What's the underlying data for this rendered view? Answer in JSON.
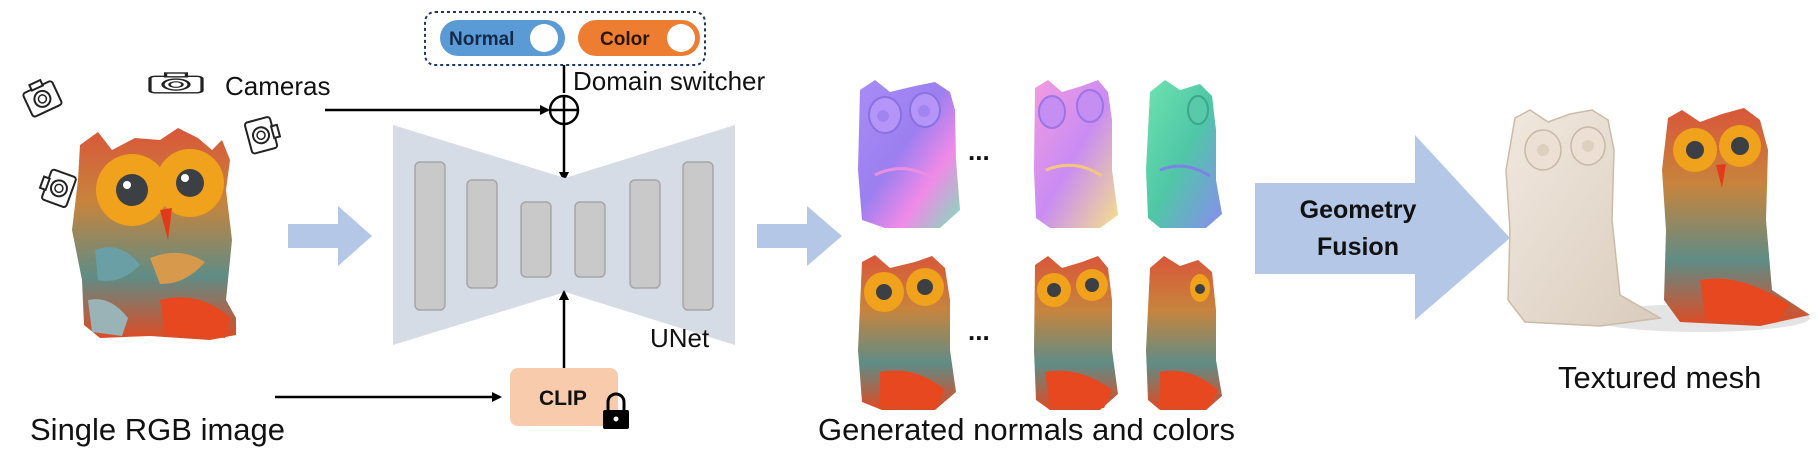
{
  "labels": {
    "input": "Single RGB image",
    "cameras": "Cameras",
    "domain_switcher": "Domain switcher",
    "unet": "UNet",
    "clip": "CLIP",
    "generated": "Generated normals and colors",
    "fusion_line1": "Geometry",
    "fusion_line2": "Fusion",
    "output": "Textured mesh",
    "ellipsis": "..."
  },
  "switcher": {
    "normal_label": "Normal",
    "color_label": "Color",
    "normal_color": "#5b9bd5",
    "color_color": "#ed7d31"
  },
  "colors": {
    "flow_arrow": "#b4c7e7",
    "unet_body": "#d6dce5",
    "unet_layer": "#c9c9c9",
    "clip_box": "#f8cbad",
    "fusion_arrow": "#b4c7e7"
  },
  "icons": [
    "camera-icon",
    "lock-icon",
    "plus-circle-icon",
    "toggle-knob-icon"
  ]
}
